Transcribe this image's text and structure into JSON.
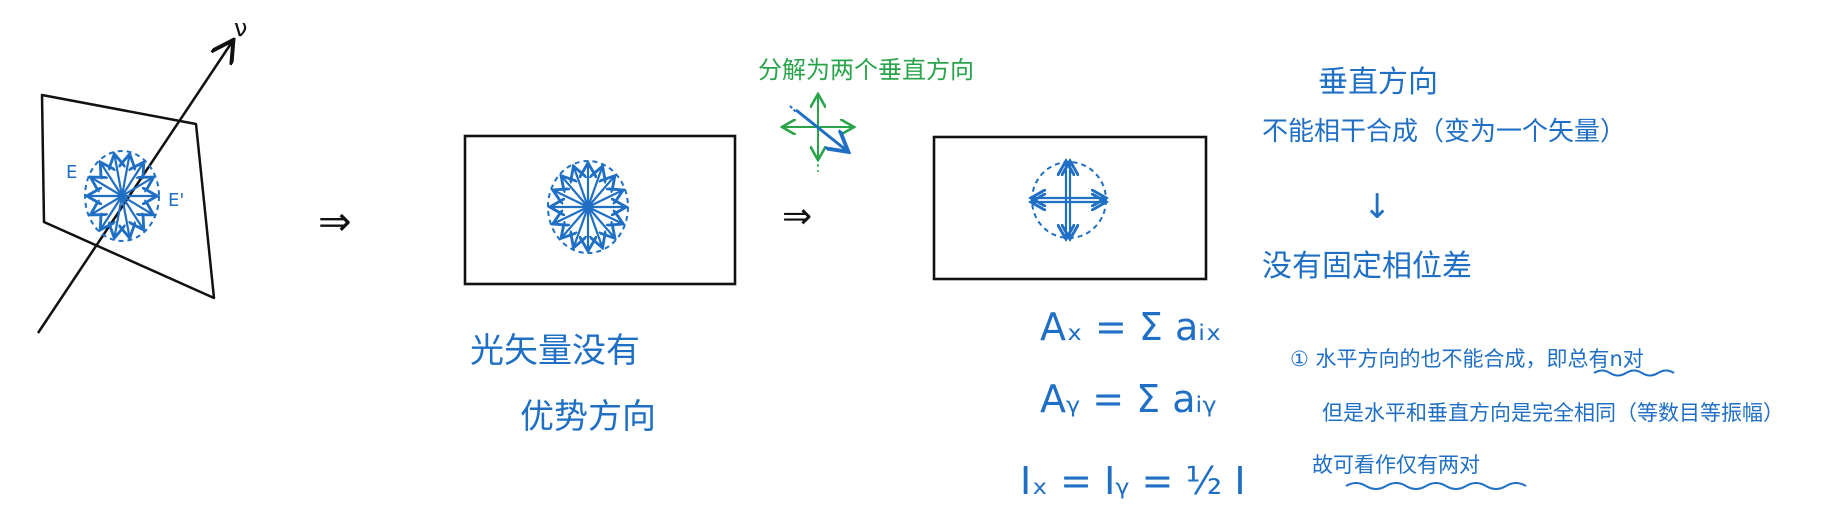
{
  "colors": {
    "ink_black": "#111111",
    "ink_blue": "#1f6fc4",
    "ink_green": "#2aa44a"
  },
  "labels": {
    "propagation": "ν",
    "e_left": "E",
    "e_right": "E'",
    "arrow": "⇒"
  },
  "left_caption": {
    "line1": "光矢量没有",
    "line2": "优势方向"
  },
  "green_note": "分解为两个垂直方向",
  "equations": {
    "ax": "Aₓ = Σ aᵢₓ",
    "ay": "Aᵧ = Σ aᵢᵧ",
    "intensity": "Iₓ = Iᵧ = ½ I"
  },
  "right_notes": {
    "title": "垂直方向",
    "line2": "不能相干合成（变为一个矢量）",
    "down_arrow": "↓",
    "line3": "没有固定相位差",
    "item1": "① 水平方向的也不能合成，即总有n对",
    "item2": "但是水平和垂直方向是完全相同（等数目等振幅）",
    "item3": "故可看作仅有两对"
  }
}
